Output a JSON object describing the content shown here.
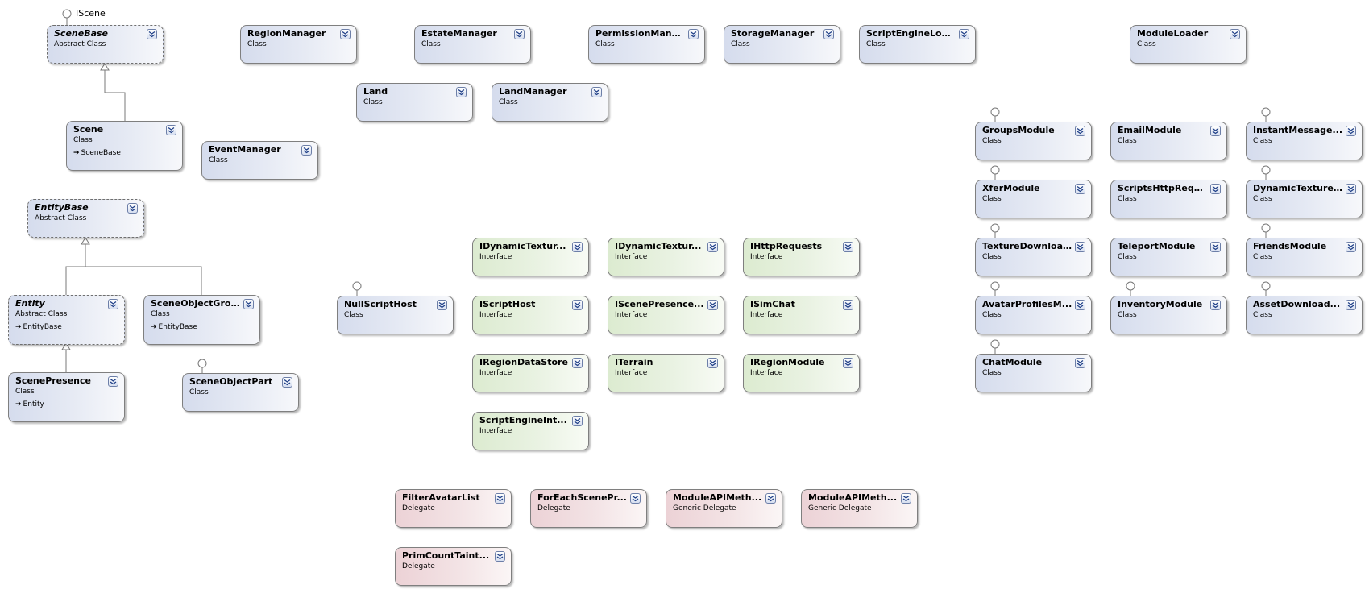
{
  "diagram": {
    "interface_labels": {
      "scene_base": "IScene"
    },
    "shapes": {
      "scene_base": {
        "name": "SceneBase",
        "kind": "Abstract Class"
      },
      "region_manager": {
        "name": "RegionManager",
        "kind": "Class"
      },
      "estate_manager": {
        "name": "EstateManager",
        "kind": "Class"
      },
      "permission_manager": {
        "name": "PermissionMana...",
        "kind": "Class"
      },
      "storage_manager": {
        "name": "StorageManager",
        "kind": "Class"
      },
      "script_engine_loader": {
        "name": "ScriptEngineLoa...",
        "kind": "Class"
      },
      "module_loader": {
        "name": "ModuleLoader",
        "kind": "Class"
      },
      "land": {
        "name": "Land",
        "kind": "Class"
      },
      "land_manager": {
        "name": "LandManager",
        "kind": "Class"
      },
      "scene": {
        "name": "Scene",
        "kind": "Class",
        "base": "SceneBase"
      },
      "event_manager": {
        "name": "EventManager",
        "kind": "Class"
      },
      "groups_module": {
        "name": "GroupsModule",
        "kind": "Class"
      },
      "email_module": {
        "name": "EmailModule",
        "kind": "Class"
      },
      "instant_message_module": {
        "name": "InstantMessage...",
        "kind": "Class"
      },
      "entity_base": {
        "name": "EntityBase",
        "kind": "Abstract Class"
      },
      "xfer_module": {
        "name": "XferModule",
        "kind": "Class"
      },
      "scripts_http_requests": {
        "name": "ScriptsHttpRequ...",
        "kind": "Class"
      },
      "dynamic_texture_module": {
        "name": "DynamicTexture...",
        "kind": "Class"
      },
      "idynamic_texture_1": {
        "name": "IDynamicTextur...",
        "kind": "Interface"
      },
      "idynamic_texture_2": {
        "name": "IDynamicTextur...",
        "kind": "Interface"
      },
      "ihttp_requests": {
        "name": "IHttpRequests",
        "kind": "Interface"
      },
      "texture_download_module": {
        "name": "TextureDownloa...",
        "kind": "Class"
      },
      "teleport_module": {
        "name": "TeleportModule",
        "kind": "Class"
      },
      "friends_module": {
        "name": "FriendsModule",
        "kind": "Class"
      },
      "entity": {
        "name": "Entity",
        "kind": "Abstract Class",
        "base": "EntityBase"
      },
      "scene_object_group": {
        "name": "SceneObjectGroup",
        "kind": "Class",
        "base": "EntityBase"
      },
      "null_script_host": {
        "name": "NullScriptHost",
        "kind": "Class"
      },
      "iscript_host": {
        "name": "IScriptHost",
        "kind": "Interface"
      },
      "iscene_presence": {
        "name": "IScenePresence...",
        "kind": "Interface"
      },
      "isim_chat": {
        "name": "ISimChat",
        "kind": "Interface"
      },
      "avatar_profiles_module": {
        "name": "AvatarProfilesM...",
        "kind": "Class"
      },
      "inventory_module": {
        "name": "InventoryModule",
        "kind": "Class"
      },
      "asset_download_module": {
        "name": "AssetDownload...",
        "kind": "Class"
      },
      "scene_presence": {
        "name": "ScenePresence",
        "kind": "Class",
        "base": "Entity"
      },
      "scene_object_part": {
        "name": "SceneObjectPart",
        "kind": "Class"
      },
      "iregion_data_store": {
        "name": "IRegionDataStore",
        "kind": "Interface"
      },
      "iterrain": {
        "name": "ITerrain",
        "kind": "Interface"
      },
      "iregion_module": {
        "name": "IRegionModule",
        "kind": "Interface"
      },
      "chat_module": {
        "name": "ChatModule",
        "kind": "Class"
      },
      "script_engine_interface": {
        "name": "ScriptEngineInt...",
        "kind": "Interface"
      },
      "filter_avatar_list": {
        "name": "FilterAvatarList",
        "kind": "Delegate"
      },
      "for_each_scene_presence": {
        "name": "ForEachScenePr...",
        "kind": "Delegate"
      },
      "module_api_method_1": {
        "name": "ModuleAPIMeth...",
        "kind": "Generic Delegate"
      },
      "module_api_method_2": {
        "name": "ModuleAPIMeth...",
        "kind": "Generic Delegate"
      },
      "prim_count_taint": {
        "name": "PrimCountTaint...",
        "kind": "Delegate"
      }
    }
  }
}
